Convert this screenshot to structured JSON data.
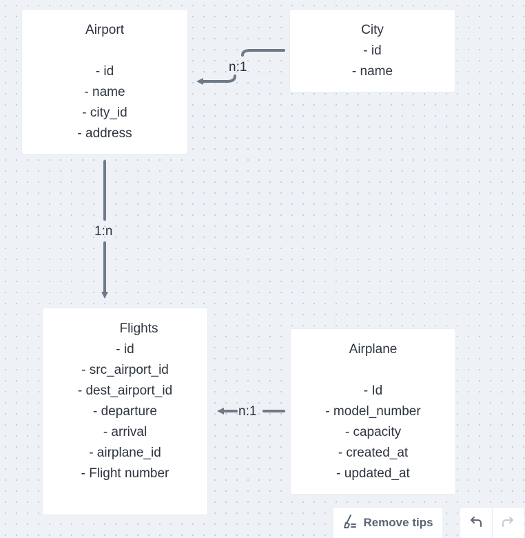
{
  "entities": {
    "airport": {
      "lines": [
        "Airport",
        "",
        "- id",
        "- name",
        "- city_id",
        "- address"
      ]
    },
    "city": {
      "lines": [
        "City",
        "- id",
        "- name"
      ]
    },
    "flights": {
      "lines": [
        "Flights",
        "- id",
        "- src_airport_id",
        "- dest_airport_id",
        "- departure",
        "- arrival",
        "- airplane_id",
        "- Flight number"
      ]
    },
    "airplane": {
      "lines": [
        "Airplane",
        "",
        "- Id",
        "- model_number",
        "- capacity",
        "- created_at",
        "- updated_at"
      ]
    }
  },
  "relations": {
    "city_airport": "n:1",
    "airport_flights": "1:n",
    "airplane_flights": "n:1"
  },
  "toolbar": {
    "remove_tips_label": "Remove tips",
    "remove_tips_icon": "broom-icon",
    "undo_icon": "undo-icon",
    "redo_icon": "redo-icon"
  },
  "colors": {
    "canvas": "#eef2f6",
    "card": "#ffffff",
    "connector": "#6f7a87",
    "text": "#2d3440"
  }
}
